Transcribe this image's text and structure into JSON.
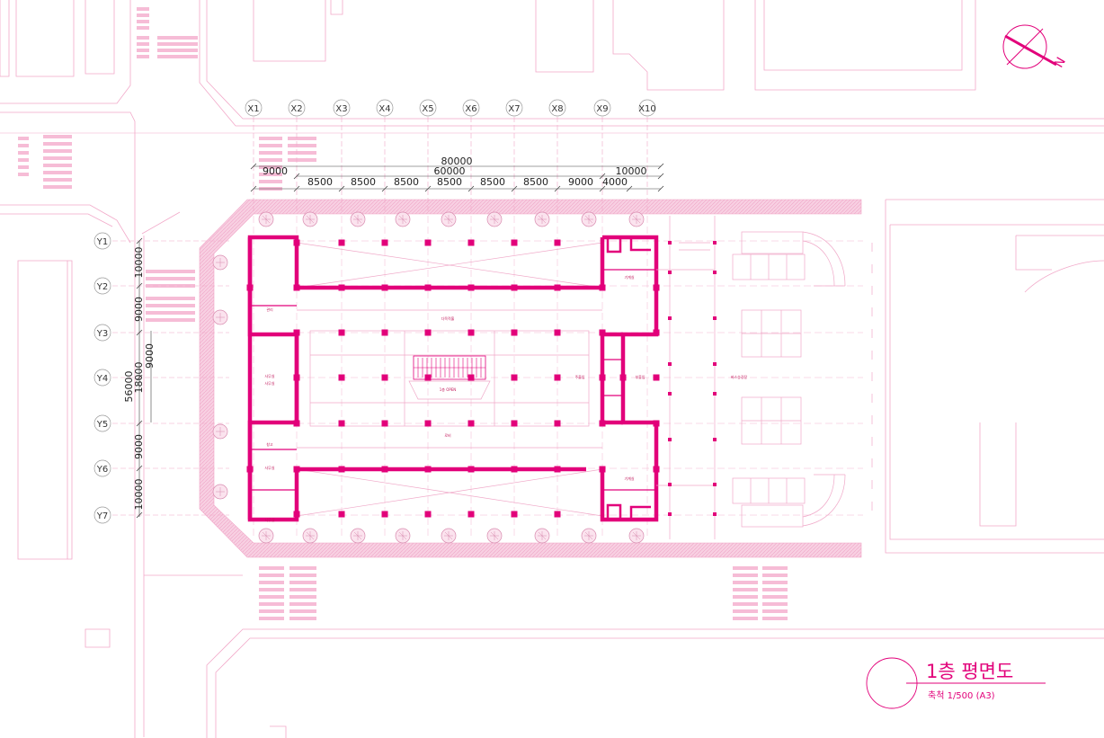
{
  "title": "1층 평면도",
  "scale": "축척 1/500 (A3)",
  "north_label": "N",
  "colors": {
    "wall": "#e2007a",
    "light": "#f4b6d2",
    "line": "#f0a8c8",
    "hatch": "#f6c2da"
  },
  "x_axes": [
    "X1",
    "X2",
    "X3",
    "X4",
    "X5",
    "X6",
    "X7",
    "X8",
    "X9",
    "X10"
  ],
  "y_axes": [
    "Y1",
    "Y2",
    "Y3",
    "Y4",
    "Y5",
    "Y6",
    "Y7"
  ],
  "dims_top": {
    "overall": "80000",
    "inner": "60000",
    "right": "10000",
    "left": "9000",
    "bays": [
      "8500",
      "8500",
      "8500",
      "8500",
      "8500",
      "8500",
      "9000",
      "4000"
    ]
  },
  "dims_left": {
    "overall": "56000",
    "middle": "18000",
    "y1_y2": "10000",
    "y2_y3": "9000",
    "y3_y4": "9000",
    "y5_y6": "9000",
    "y6_y7": "10000"
  },
  "room_labels": {
    "void": "1층 OPEN",
    "center_top": "다목적홀",
    "center_bottom": "로비",
    "left_a": "관리",
    "left_b": "사무실",
    "left_c": "사무실",
    "left_d": "창고",
    "left_e": "사무실",
    "left_f": "사무실",
    "right_a": "기계실",
    "right_b": "기계실",
    "entrance": "주출입",
    "sub_entrance": "부출입",
    "bus": "버스승강장"
  }
}
